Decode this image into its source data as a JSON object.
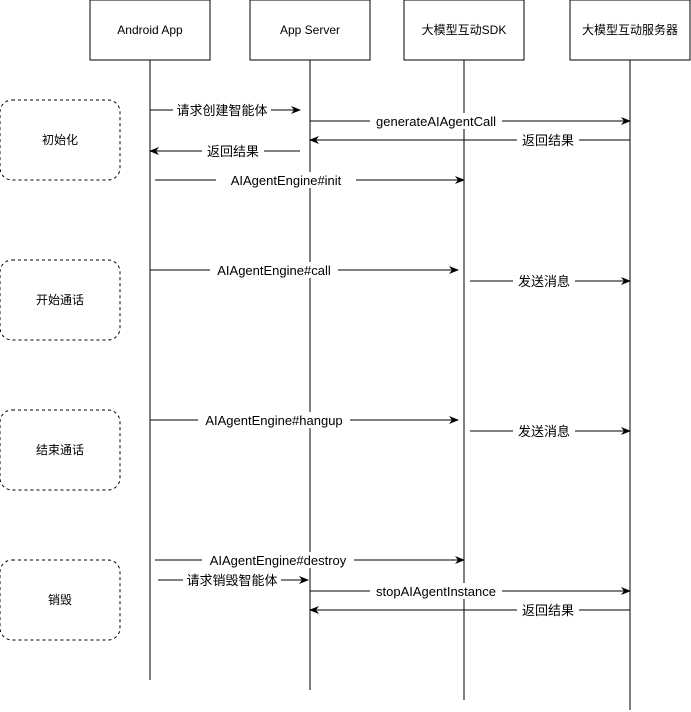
{
  "participants": [
    {
      "id": "app",
      "label": "Android App"
    },
    {
      "id": "server",
      "label": "App Server"
    },
    {
      "id": "sdk",
      "label": "大模型互动SDK"
    },
    {
      "id": "service",
      "label": "大模型互动服务器"
    }
  ],
  "phases": [
    {
      "id": "init",
      "label": "初始化"
    },
    {
      "id": "call",
      "label": "开始通话"
    },
    {
      "id": "hangup",
      "label": "结束通话"
    },
    {
      "id": "destroy",
      "label": "销毁"
    }
  ],
  "messages": [
    {
      "from": "app",
      "to": "server",
      "label": "请求创建智能体"
    },
    {
      "from": "server",
      "to": "service",
      "label": "generateAIAgentCall"
    },
    {
      "from": "service",
      "to": "server",
      "label": "返回结果"
    },
    {
      "from": "server",
      "to": "app",
      "label": "返回结果"
    },
    {
      "from": "app",
      "to": "sdk",
      "label": "AIAgentEngine#init"
    },
    {
      "from": "app",
      "to": "sdk",
      "label": "AIAgentEngine#call"
    },
    {
      "from": "sdk",
      "to": "service",
      "label": "发送消息"
    },
    {
      "from": "app",
      "to": "sdk",
      "label": "AIAgentEngine#hangup"
    },
    {
      "from": "sdk",
      "to": "service",
      "label": "发送消息"
    },
    {
      "from": "app",
      "to": "sdk",
      "label": "AIAgentEngine#destroy"
    },
    {
      "from": "app",
      "to": "server",
      "label": "请求销毁智能体"
    },
    {
      "from": "server",
      "to": "service",
      "label": "stopAIAgentInstance"
    },
    {
      "from": "service",
      "to": "server",
      "label": "返回结果"
    }
  ]
}
